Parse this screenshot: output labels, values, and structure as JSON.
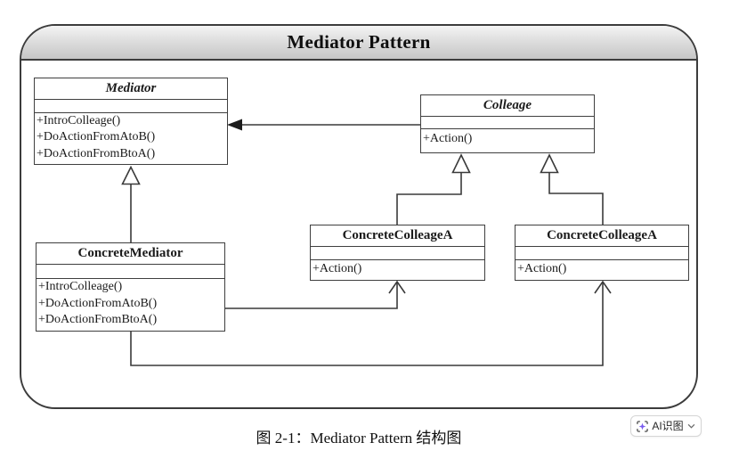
{
  "header": {
    "title": "Mediator Pattern"
  },
  "diagram": {
    "classes": [
      {
        "name": "Mediator",
        "methods": [
          "+IntroColleage()",
          "+DoActionFromAtoB()",
          "+DoActionFromBtoA()"
        ]
      },
      {
        "name": "Colleage",
        "methods": [
          "+Action()"
        ]
      },
      {
        "name": "ConcreteMediator",
        "methods": [
          "+IntroColleage()",
          "+DoActionFromAtoB()",
          "+DoActionFromBtoA()"
        ]
      },
      {
        "name": "ConcreteColleageA",
        "methods": [
          "+Action()"
        ]
      },
      {
        "name": "ConcreteColleageA",
        "methods": [
          "+Action()"
        ]
      }
    ],
    "relations": [
      {
        "from": "Colleage",
        "to": "Mediator",
        "type": "association",
        "arrow": "filled"
      },
      {
        "from": "ConcreteMediator",
        "to": "Mediator",
        "type": "generalization",
        "arrow": "hollow-triangle"
      },
      {
        "from": "ConcreteColleageA-1",
        "to": "Colleage",
        "type": "generalization",
        "arrow": "hollow-triangle"
      },
      {
        "from": "ConcreteColleageA-2",
        "to": "Colleage",
        "type": "generalization",
        "arrow": "hollow-triangle"
      },
      {
        "from": "ConcreteMediator",
        "to": "ConcreteColleageA-1",
        "type": "association",
        "arrow": "open"
      },
      {
        "from": "ConcreteMediator",
        "to": "ConcreteColleageA-2",
        "type": "association",
        "arrow": "open"
      }
    ]
  },
  "caption": "图 2-1：Mediator Pattern 结构图",
  "ai_button": {
    "label": "AI识图",
    "icon": "ai-scan-icon",
    "chevron": "chevron-down"
  },
  "colors": {
    "line": "#3a3a3a",
    "accent_purple": "#7a5cf0",
    "header_gray": "#c6c6c6"
  }
}
